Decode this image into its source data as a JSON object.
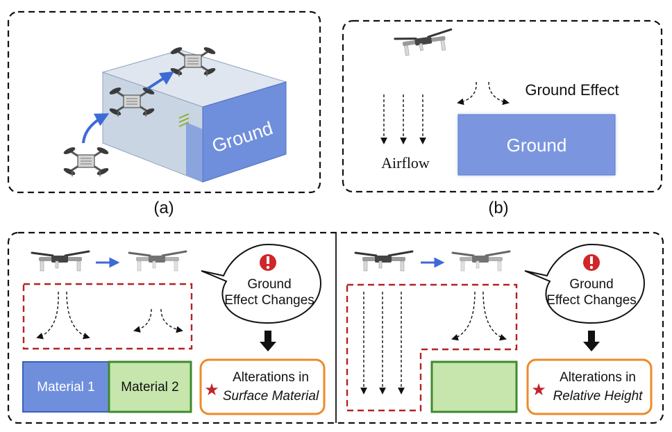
{
  "panel_a": {
    "caption": "(a)",
    "ground_label": "Ground"
  },
  "panel_b": {
    "caption": "(b)",
    "ground_effect_label": "Ground Effect",
    "airflow_label": "Airflow",
    "ground_label": "Ground"
  },
  "panel_c": {
    "bubble_line1": "Ground",
    "bubble_line2": "Effect Changes",
    "material1_label": "Material 1",
    "material2_label": "Material 2",
    "result_line1": "Alterations in",
    "result_line2": "Surface Material"
  },
  "panel_d": {
    "bubble_line1": "Ground",
    "bubble_line2": "Effect Changes",
    "result_line1": "Alterations in",
    "result_line2": "Relative Height"
  },
  "colors": {
    "ground_blue": "#6f8fdc",
    "material_green": "#c6e6ad",
    "green_border": "#3d8a2e",
    "red_dash": "#b22222",
    "orange_border": "#ee8a2a",
    "alert_red": "#d0262a",
    "arrow_blue": "#3d6ad6"
  }
}
